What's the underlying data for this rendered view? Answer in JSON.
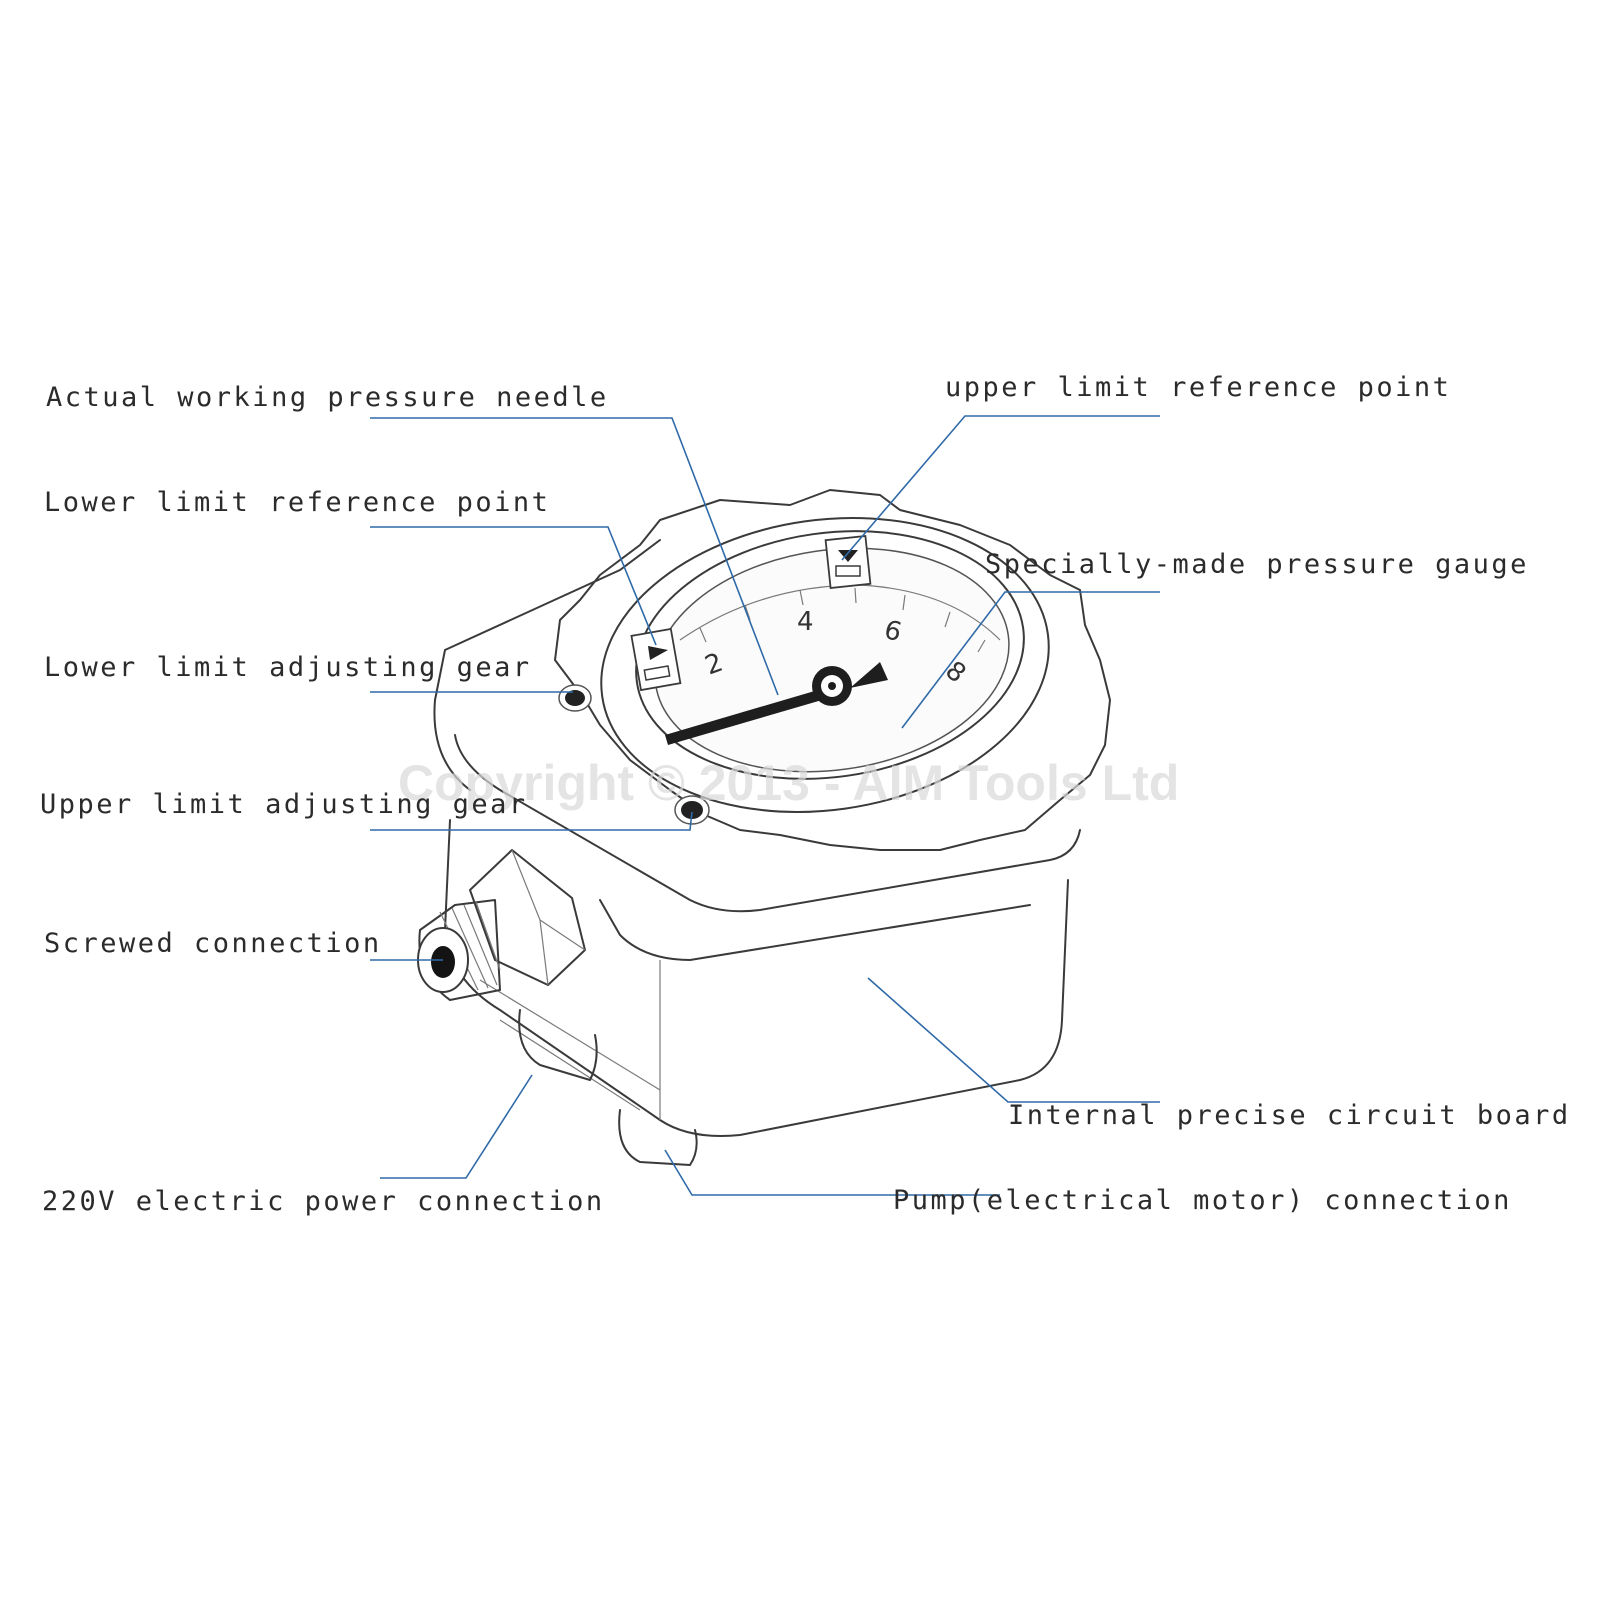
{
  "labels": {
    "needle": "Actual working pressure needle",
    "upper_ref": "upper limit reference point",
    "lower_ref": "Lower limit reference point",
    "gauge": "Specially-made pressure gauge",
    "lower_gear": "Lower limit adjusting gear",
    "upper_gear": "Upper limit adjusting gear",
    "screwed": "Screwed connection",
    "circuit": "Internal precise circuit board",
    "power": "220V electric power connection",
    "pump": "Pump(electrical motor) connection"
  },
  "gauge_scale": [
    "2",
    "4",
    "6",
    "8"
  ],
  "watermark": "Copyright © 2013 - AIM Tools Ltd",
  "colors": {
    "leader": "#2f6aa8",
    "outline": "#3a3a3a",
    "text": "#2b2b2b"
  }
}
